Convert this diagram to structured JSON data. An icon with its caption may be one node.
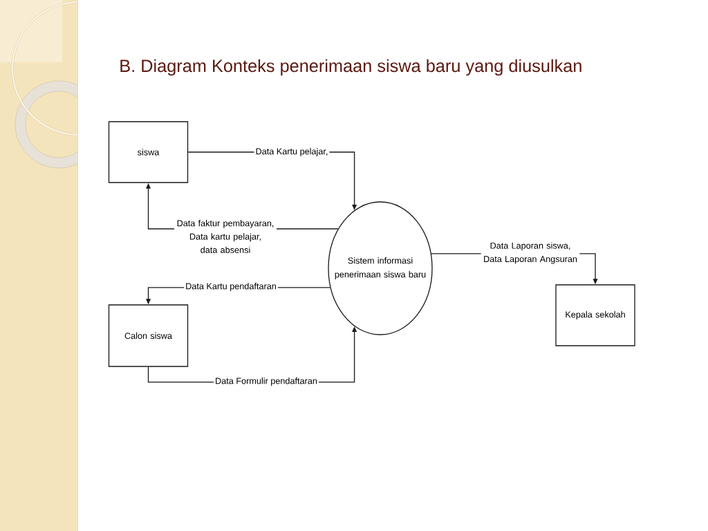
{
  "diagram": {
    "title": "B. Diagram Konteks penerimaan siswa baru yang diusulkan",
    "nodes": [
      {
        "text": [
          "siswa"
        ]
      },
      {
        "text": [
          "Sistem informasi penerimaan siswa baru"
        ]
      },
      {
        "text": [
          "Calon siswa"
        ]
      },
      {
        "text": [
          "Kepala sekolah"
        ]
      }
    ],
    "edges": [
      {
        "from": 0,
        "to": 1,
        "arrow": "to",
        "label": "Data Kartu pelajar,"
      },
      {
        "from": 1,
        "to": 0,
        "arrow": "to",
        "label": "Data faktur pembayaran, Data kartu pelajar, data absensi"
      },
      {
        "from": 1,
        "to": 2,
        "arrow": "to",
        "label": "Data Kartu pendaftaran"
      },
      {
        "from": 2,
        "to": 1,
        "arrow": "to",
        "label": "Data Formulir pendaftaran"
      },
      {
        "from": 1,
        "to": 3,
        "arrow": "to",
        "label": "Data Laporan siswa, Data Laporan Angsuran"
      }
    ]
  }
}
